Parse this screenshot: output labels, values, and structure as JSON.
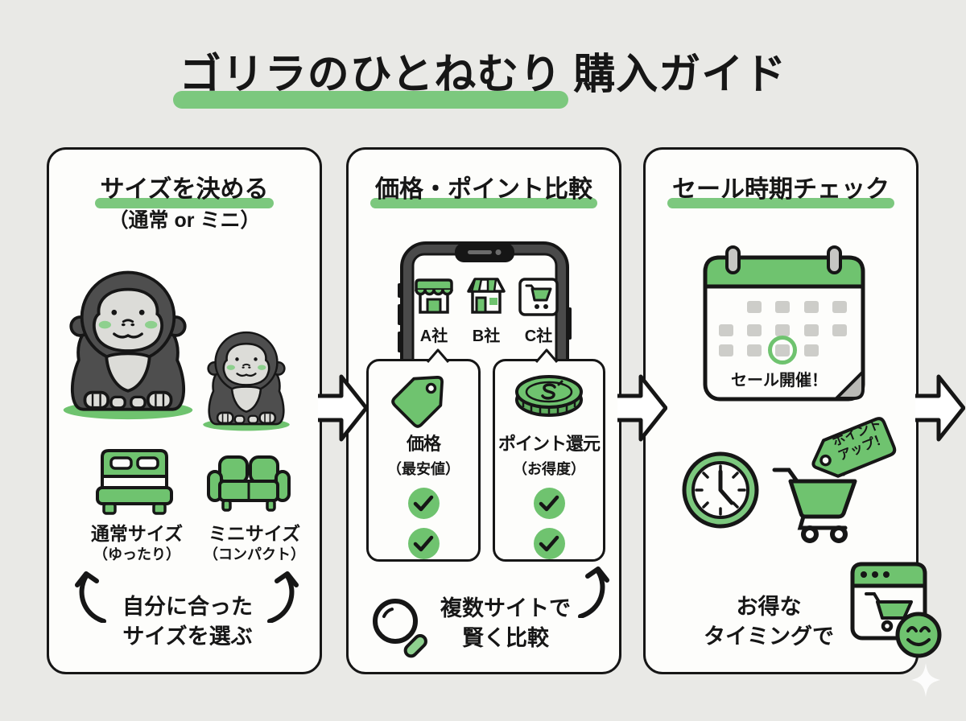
{
  "title": {
    "highlight": "ゴリラのひとねむり",
    "rest": "購入ガイド"
  },
  "colors": {
    "accent_green": "#6fc36f",
    "highlight_green": "#7cc87e",
    "outline": "#161616",
    "background": "#e9e9e6",
    "panel": "#fdfdfb"
  },
  "panels": [
    {
      "header": "サイズを決める",
      "subheader": "（通常 or ミニ）",
      "items": [
        {
          "icon": "bed-icon",
          "label": "通常サイズ",
          "sublabel": "（ゆったり）"
        },
        {
          "icon": "sofa-icon",
          "label": "ミニサイズ",
          "sublabel": "（コンパクト）"
        }
      ],
      "note_line1": "自分に合った",
      "note_line2": "サイズを選ぶ"
    },
    {
      "header": "価格・ポイント比較",
      "stores": [
        {
          "icon": "storefront-icon",
          "label": "A社"
        },
        {
          "icon": "shop-icon",
          "label": "B社"
        },
        {
          "icon": "cart-square-icon",
          "label": "C社"
        }
      ],
      "cards": [
        {
          "icon": "price-tag-icon",
          "label": "価格",
          "sublabel": "（最安値）"
        },
        {
          "icon": "coin-icon",
          "label": "ポイント還元",
          "sublabel": "（お得度）"
        }
      ],
      "note_line1": "複数サイトで",
      "note_line2": "賢く比較"
    },
    {
      "header": "セール時期チェック",
      "calendar_label": "セール開催！",
      "tag_line1": "ポイント",
      "tag_line2": "アップ！",
      "note_line1": "お得な",
      "note_line2": "タイミングで"
    }
  ]
}
